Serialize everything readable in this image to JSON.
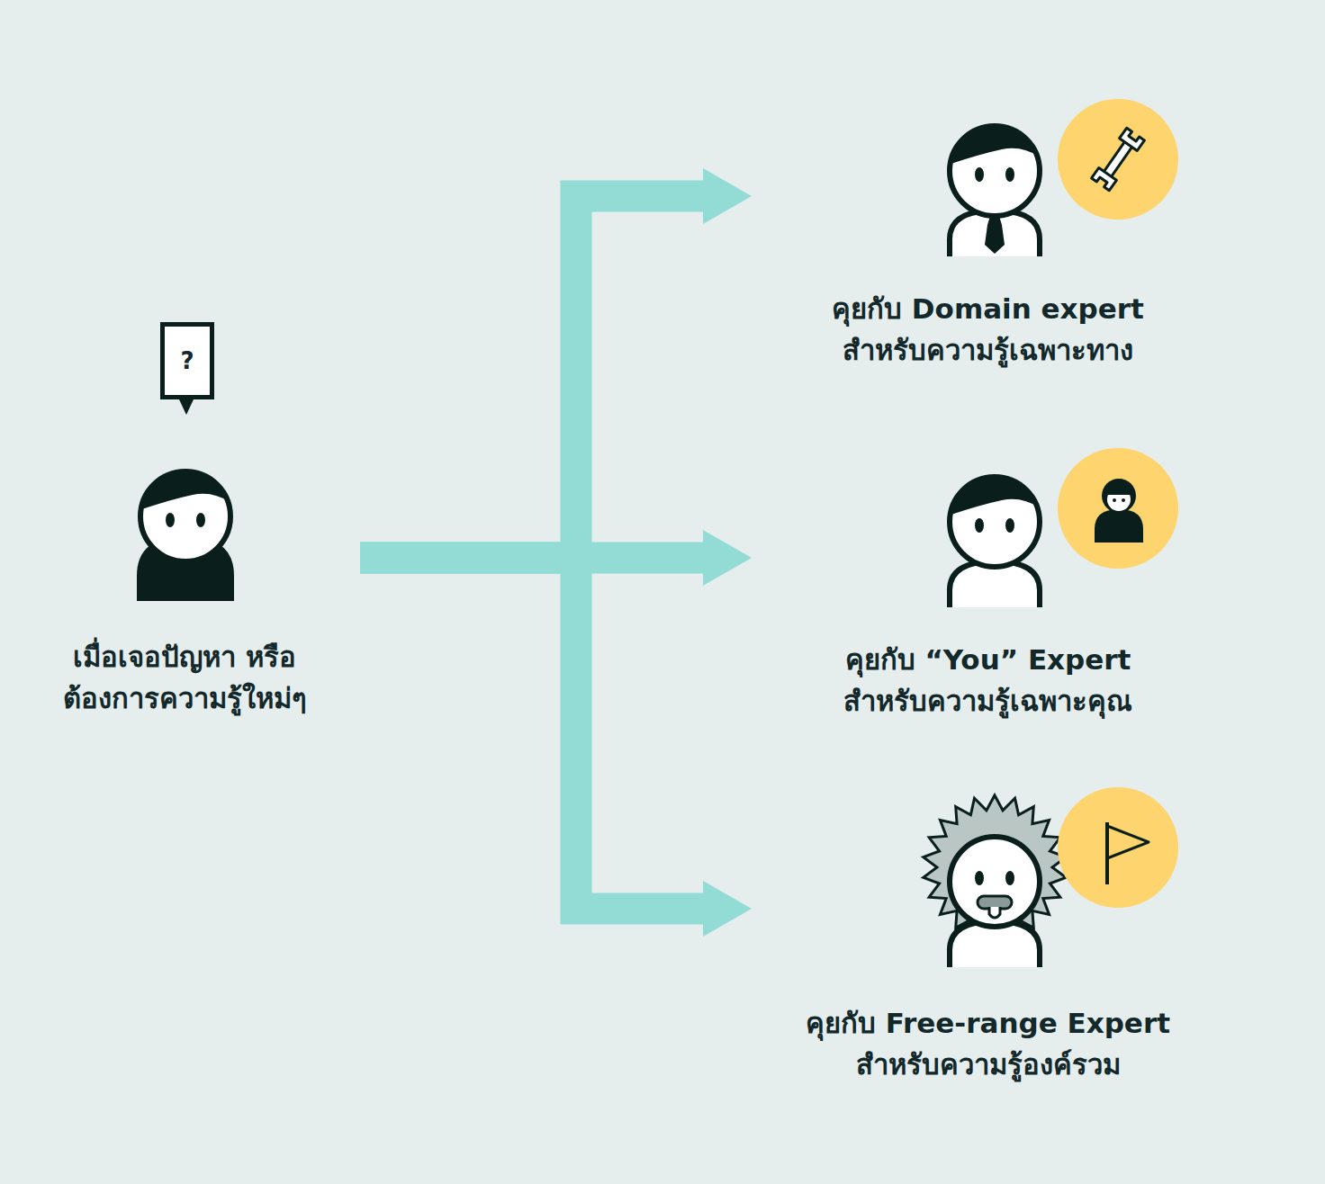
{
  "diagram": {
    "nodes": [
      {
        "text": [
          "?"
        ]
      },
      {
        "text": [
          "เมื่อเจอปัญหา หรือ ต้องการความรู้ใหม่ๆ"
        ]
      },
      {
        "text": [
          "คุยกับ Domain expert",
          "สำหรับความรู้เฉพาะทาง"
        ]
      },
      {
        "text": [
          "คุยกับ “You” Expert",
          "สำหรับความรู้เฉพาะคุณ"
        ]
      },
      {
        "text": [
          "คุยกับ Free-range Expert",
          "สำหรับความรู้องค์รวม"
        ]
      }
    ],
    "edges": [
      {
        "from": 1,
        "to": 2,
        "arrow": "to"
      },
      {
        "from": 1,
        "to": 3,
        "arrow": "to"
      },
      {
        "from": 1,
        "to": 4,
        "arrow": "to"
      }
    ]
  }
}
